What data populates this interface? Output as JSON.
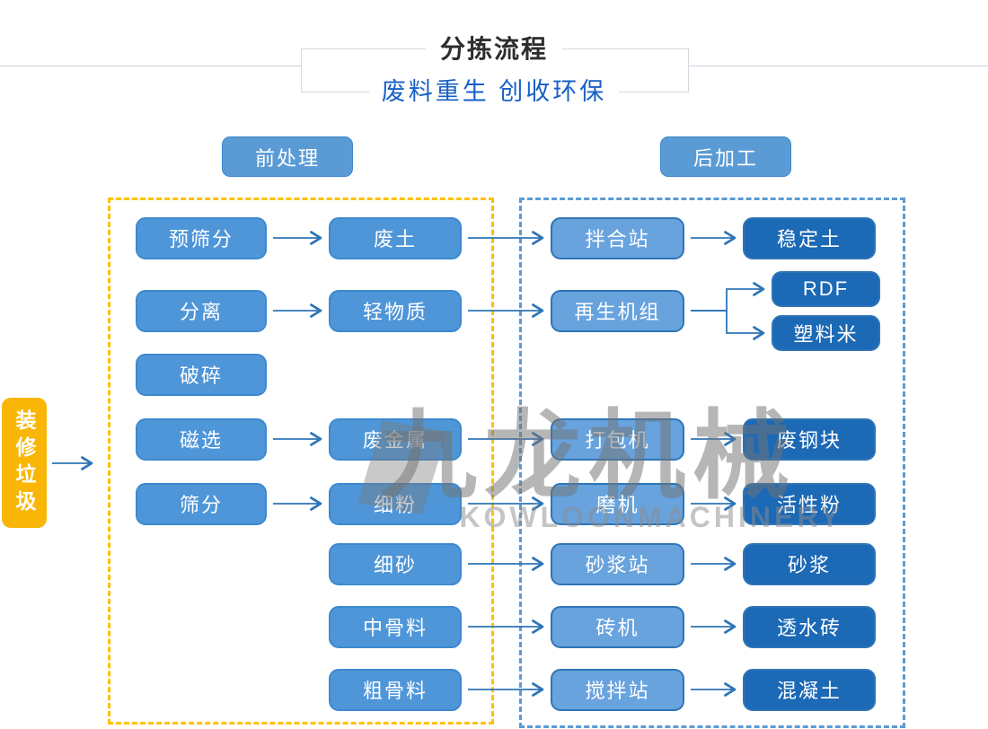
{
  "header": {
    "title": "分拣流程",
    "subtitle": "废料重生 创收环保"
  },
  "sections": {
    "pre_label": "前处理",
    "post_label": "后加工"
  },
  "source_label": "装修垃圾",
  "watermark": {
    "cn": "九龙机械",
    "en": "KOWLOONMACHINERY"
  },
  "colors": {
    "node_light_blue": "#4f96d8",
    "node_mid_blue": "#68a3de",
    "node_dark_blue": "#1c69b6",
    "arrow_blue": "#2e75b6",
    "dashed_yellow": "#ffc000",
    "dashed_blue": "#5b9bd5",
    "source_yellow": "#f9b606",
    "subtitle_blue": "#1760c6"
  },
  "flow": {
    "nodes": [
      {
        "id": "yushaifen",
        "label": "预筛分",
        "col": "1",
        "row": "r1",
        "tone": "light"
      },
      {
        "id": "fenli",
        "label": "分离",
        "col": "1",
        "row": "r2",
        "tone": "light"
      },
      {
        "id": "posui",
        "label": "破碎",
        "col": "1",
        "row": "r3",
        "tone": "light"
      },
      {
        "id": "cixuan",
        "label": "磁选",
        "col": "1",
        "row": "r4",
        "tone": "light"
      },
      {
        "id": "shaifen",
        "label": "筛分",
        "col": "1",
        "row": "r5",
        "tone": "light"
      },
      {
        "id": "feitu",
        "label": "废土",
        "col": "2",
        "row": "r1",
        "tone": "light"
      },
      {
        "id": "qingwuzhi",
        "label": "轻物质",
        "col": "2",
        "row": "r2",
        "tone": "light"
      },
      {
        "id": "feijinshu",
        "label": "废金属",
        "col": "2",
        "row": "r4",
        "tone": "light"
      },
      {
        "id": "xifen",
        "label": "细粉",
        "col": "2",
        "row": "r5",
        "tone": "light"
      },
      {
        "id": "xisha",
        "label": "细砂",
        "col": "2",
        "row": "r6",
        "tone": "light"
      },
      {
        "id": "zhongguliao",
        "label": "中骨料",
        "col": "2",
        "row": "r7",
        "tone": "light"
      },
      {
        "id": "cuguliao",
        "label": "粗骨料",
        "col": "2",
        "row": "r8",
        "tone": "light"
      },
      {
        "id": "banhezhan",
        "label": "拌合站",
        "col": "3",
        "row": "r1",
        "tone": "mid"
      },
      {
        "id": "zaishengjizu",
        "label": "再生机组",
        "col": "3",
        "row": "r2",
        "tone": "mid"
      },
      {
        "id": "dabaoji",
        "label": "打包机",
        "col": "3",
        "row": "r4",
        "tone": "mid"
      },
      {
        "id": "moji",
        "label": "磨机",
        "col": "3",
        "row": "r5",
        "tone": "mid"
      },
      {
        "id": "shajiangzhan",
        "label": "砂浆站",
        "col": "3",
        "row": "r6",
        "tone": "mid"
      },
      {
        "id": "zhuanji",
        "label": "砖机",
        "col": "3",
        "row": "r7",
        "tone": "mid"
      },
      {
        "id": "jiaobanzhan",
        "label": "搅拌站",
        "col": "3",
        "row": "r8",
        "tone": "mid"
      },
      {
        "id": "wendingtu",
        "label": "稳定土",
        "col": "4",
        "row": "r1",
        "tone": "dark"
      },
      {
        "id": "rdf",
        "label": "RDF",
        "col": "4s",
        "row": "rdf",
        "tone": "dark"
      },
      {
        "id": "suliaomi",
        "label": "塑料米",
        "col": "4s",
        "row": "sl",
        "tone": "dark"
      },
      {
        "id": "feigangkuai",
        "label": "废钢块",
        "col": "4",
        "row": "r4",
        "tone": "dark"
      },
      {
        "id": "huoxingfen",
        "label": "活性粉",
        "col": "4",
        "row": "r5",
        "tone": "dark"
      },
      {
        "id": "shajiang",
        "label": "砂浆",
        "col": "4",
        "row": "r6",
        "tone": "dark"
      },
      {
        "id": "toushuizhuan",
        "label": "透水砖",
        "col": "4",
        "row": "r7",
        "tone": "dark"
      },
      {
        "id": "hunningtu",
        "label": "混凝土",
        "col": "4",
        "row": "r8",
        "tone": "dark"
      }
    ],
    "edges": [
      {
        "from": "yushaifen",
        "to": "feitu"
      },
      {
        "from": "feitu",
        "to": "banhezhan"
      },
      {
        "from": "banhezhan",
        "to": "wendingtu"
      },
      {
        "from": "fenli",
        "to": "qingwuzhi"
      },
      {
        "from": "qingwuzhi",
        "to": "zaishengjizu"
      },
      {
        "from": "zaishengjizu",
        "to": "rdf"
      },
      {
        "from": "zaishengjizu",
        "to": "suliaomi"
      },
      {
        "from": "cixuan",
        "to": "feijinshu"
      },
      {
        "from": "feijinshu",
        "to": "dabaoji"
      },
      {
        "from": "dabaoji",
        "to": "feigangkuai"
      },
      {
        "from": "shaifen",
        "to": "xifen"
      },
      {
        "from": "xifen",
        "to": "moji"
      },
      {
        "from": "moji",
        "to": "huoxingfen"
      },
      {
        "from": "xisha",
        "to": "shajiangzhan"
      },
      {
        "from": "shajiangzhan",
        "to": "shajiang"
      },
      {
        "from": "zhongguliao",
        "to": "zhuanji"
      },
      {
        "from": "zhuanji",
        "to": "toushuizhuan"
      },
      {
        "from": "cuguliao",
        "to": "jiaobanzhan"
      },
      {
        "from": "jiaobanzhan",
        "to": "hunningtu"
      }
    ]
  }
}
